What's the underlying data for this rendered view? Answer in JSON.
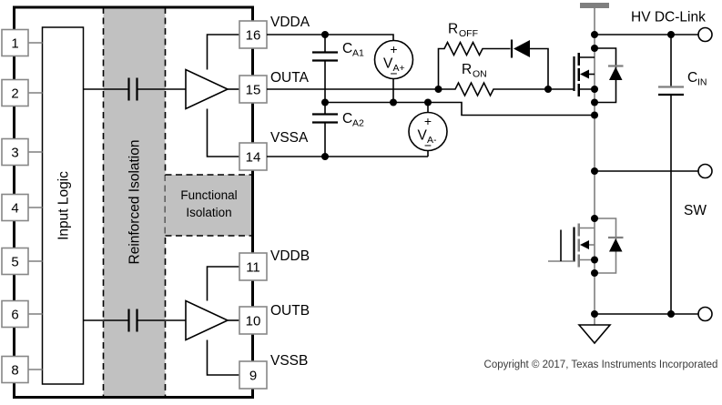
{
  "ic": {
    "left_pins": [
      "1",
      "2",
      "3",
      "4",
      "5",
      "6",
      "8"
    ],
    "right_pins": [
      {
        "num": "16",
        "name": "VDDA"
      },
      {
        "num": "15",
        "name": "OUTA"
      },
      {
        "num": "14",
        "name": "VSSA"
      },
      {
        "num": "11",
        "name": "VDDB"
      },
      {
        "num": "10",
        "name": "OUTB"
      },
      {
        "num": "9",
        "name": "VSSB"
      }
    ],
    "input_logic": "Input Logic",
    "reinforced_isolation": "Reinforced Isolation",
    "functional_isolation": {
      "line1": "Functional",
      "line2": "Isolation"
    }
  },
  "components": {
    "ca1": {
      "base": "C",
      "sub": "A1"
    },
    "ca2": {
      "base": "C",
      "sub": "A2"
    },
    "cin": {
      "base": "C",
      "sub": "IN"
    },
    "roff": {
      "base": "R",
      "sub": "OFF"
    },
    "ron": {
      "base": "R",
      "sub": "ON"
    },
    "va_plus": {
      "plus": "+",
      "base": "V",
      "sub": "A+",
      "minus": "−"
    },
    "va_minus": {
      "plus": "+",
      "base": "V",
      "sub": "A-",
      "minus": "−"
    }
  },
  "power": {
    "hv_dc_link": "HV DC-Link",
    "sw": "SW"
  },
  "footer": {
    "copyright": "Copyright © 2017, Texas Instruments Incorporated"
  },
  "colors": {
    "wire": "#000000",
    "power_gray": "#7f7f7f",
    "isolation_fill": "#c1c1c1",
    "background": "#ffffff"
  }
}
